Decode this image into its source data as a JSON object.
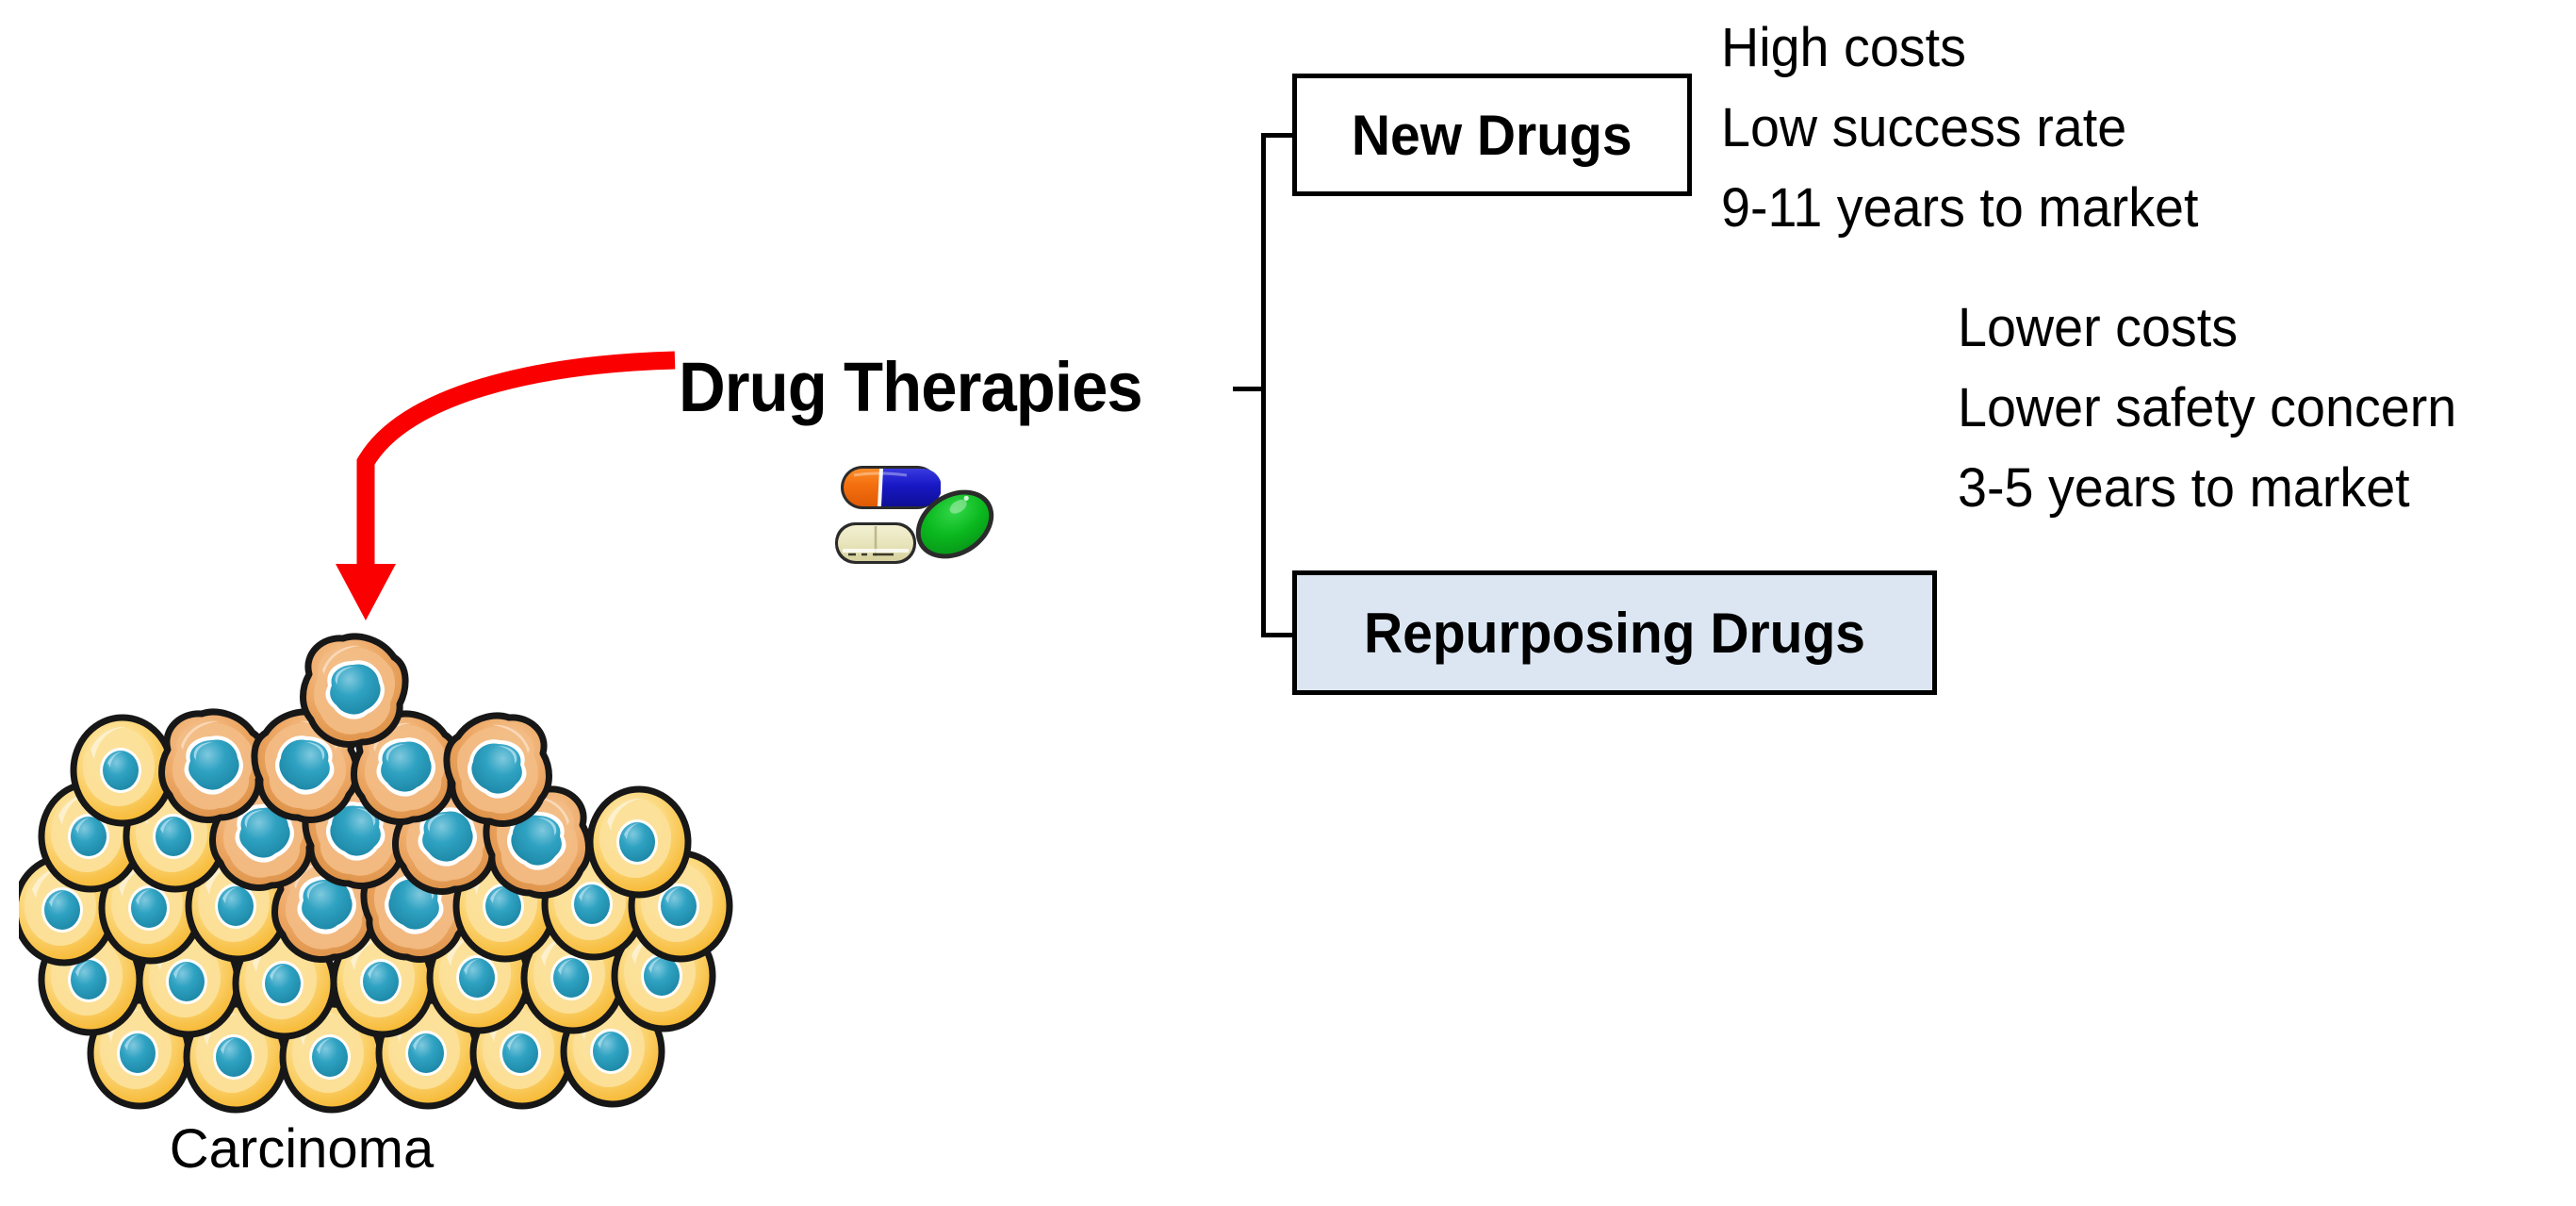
{
  "diagram": {
    "root_label": "Drug Therapies",
    "branches": [
      {
        "id": "new-drugs",
        "label": "New Drugs",
        "fill_color": "#ffffff",
        "details": [
          "High costs",
          "Low success rate",
          "9-11 years to market"
        ]
      },
      {
        "id": "repurposing-drugs",
        "label": "Repurposing Drugs",
        "fill_color": "#dce6f3",
        "details": [
          "Lower costs",
          "Lower safety concern",
          "3-5 years to market"
        ]
      }
    ]
  },
  "illustration": {
    "caption": "Carcinoma",
    "arrow_color": "#fa0000",
    "cell_colors": {
      "normal_outline": "#1a1a1a",
      "normal_body": "#f7b733",
      "normal_ring": "#fbd87a",
      "normal_highlight": "#fdf0c4",
      "nucleus": "#2a9fc0",
      "nucleus_highlight": "#8dd0e3",
      "cancer_body": "#e8a05c",
      "cancer_ring": "#f2bc86"
    },
    "pills": [
      {
        "name": "capsule-orange-blue",
        "left_color": "#f4700f",
        "right_color": "#1919c8"
      },
      {
        "name": "tablet-beige",
        "color": "#eae7c0"
      },
      {
        "name": "pill-green",
        "color": "#0ab81e"
      }
    ]
  }
}
